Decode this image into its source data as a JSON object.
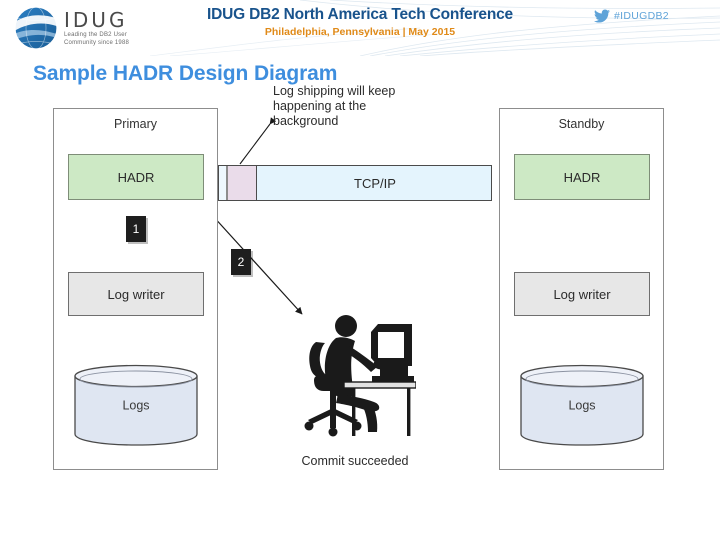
{
  "header": {
    "logo": {
      "icon": "idug-globe-logo",
      "wordmark": "IDUG",
      "tagline_line1": "Leading the DB2 User",
      "tagline_line2": "Community since 1988"
    },
    "conference_name": "IDUG DB2 North America Tech Conference",
    "conference_place_date": "Philadelphia, Pennsylvania |  May 2015",
    "twitter": {
      "icon": "twitter-bird-icon",
      "handle": "#IDUGDB2"
    },
    "colors": {
      "conference_name": "#19538c",
      "conference_place_date": "#e08a18",
      "twitter": "#5fa3d8"
    }
  },
  "slide": {
    "title": "Sample HADR Design Diagram",
    "title_color": "#3e8ede"
  },
  "diagram": {
    "primary": {
      "panel_title": "Primary",
      "hadr_label": "HADR",
      "logwriter_label": "Log writer",
      "logs_label": "Logs"
    },
    "standby": {
      "panel_title": "Standby",
      "hadr_label": "HADR",
      "logwriter_label": "Log writer",
      "logs_label": "Logs"
    },
    "network": {
      "tcpip_label": "TCP/IP",
      "callout": "Log shipping will keep happening at the background"
    },
    "steps": [
      {
        "number": "1"
      },
      {
        "number": "2"
      }
    ],
    "client": {
      "icon": "person-at-desk-icon",
      "status_label": "Commit succeeded"
    },
    "colors": {
      "hadr_fill": "#cde9c5",
      "logwriter_fill": "#e7e7e7",
      "cylinder_fill": "#dfe6f2",
      "tcpip_fill": "#e4f4fd",
      "log_block_fill": "#eadcea",
      "panel_border": "#8d8d8d",
      "marker_fill": "#1e1e1e"
    }
  }
}
